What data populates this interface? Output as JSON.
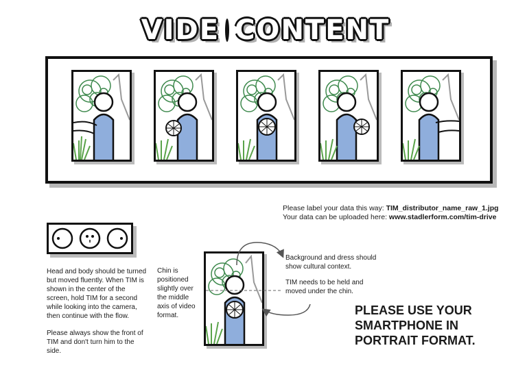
{
  "title": {
    "left": "VIDE",
    "right": "CONTENT"
  },
  "label_instructions": {
    "line1_prefix": "Please label your data this way: ",
    "line1_value": "TIM_distributor_name_raw_1.jpg",
    "line2_prefix": "Your data can be uploaded here: ",
    "line2_value": "www.stadlerform.com/tim-drive"
  },
  "left_notes": {
    "paragraph1": "Head and body should be turned but moved fluently. When TIM is shown in the center of the screen, hold TIM for a second while looking into the camera, then continue with the flow.",
    "paragraph2": "Please always show the front of TIM and don't turn him to the side."
  },
  "chin_note": "Chin is positioned slightly over the middle axis of video format.",
  "background_note": "Background and dress should show cultural context.",
  "tim_note": "TIM needs to be held and moved under the chin.",
  "big_note": "PLEASE USE YOUR SMARTPHONE IN PORTRAIT FORMAT.",
  "colors": {
    "foliage": "#3f8a4e",
    "person": "#8faedc",
    "plant": "#5aa34a",
    "accent": "#e8606e",
    "shadow": "#b8b8b8"
  },
  "icons": [
    "play-icon",
    "person-illustration",
    "plant-icon",
    "fan-device-icon",
    "face-icon",
    "arrow-icon"
  ]
}
